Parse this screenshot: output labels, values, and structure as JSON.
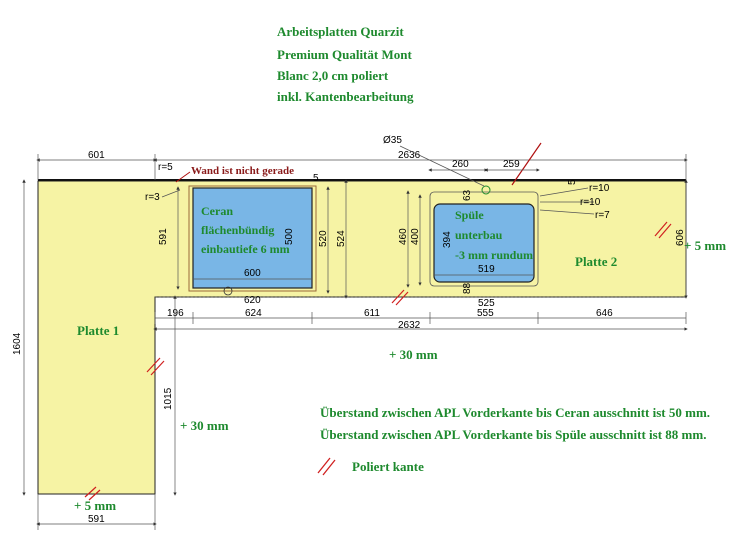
{
  "title": {
    "line1": "Arbeitsplatten Quarzit",
    "line2": "Premium Qualität Mont",
    "line3": "Blanc 2,0 cm poliert",
    "line4": "inkl. Kantenbearbeitung"
  },
  "warning": "Wand ist nicht gerade",
  "panels": {
    "p1": "Platte 1",
    "p2": "Platte 2"
  },
  "cooktop": {
    "line1": "Ceran",
    "line2": "flächenbündig",
    "line3": "einbautiefe 6 mm"
  },
  "sink": {
    "line1": "Spüle",
    "line2": "unterbau",
    "line3": "-3 mm rundum"
  },
  "extras": {
    "right_plus5": "+ 5 mm",
    "middle_plus30": "+ 30 mm",
    "left_plus30": "+ 30 mm",
    "bottom_plus5": "+ 5 mm"
  },
  "notes": {
    "ceran": "Überstand zwischen APL Vorderkante bis Ceran ausschnitt ist 50 mm.",
    "spuele": "Überstand zwischen APL Vorderkante bis Spüle ausschnitt ist 88 mm."
  },
  "legend": {
    "polished": "Poliert kante"
  },
  "dims": {
    "d601": "601",
    "d2636": "2636",
    "r5": "r=5",
    "r3": "r=3",
    "d591v": "591",
    "d500": "500",
    "d520": "520",
    "d524": "524",
    "d600": "600",
    "d620": "620",
    "d35": "Ø35",
    "d260": "260",
    "d259": "259",
    "r10a": "r=10",
    "r10b": "r=10",
    "r7": "r=7",
    "d460": "460",
    "d400": "400",
    "d394": "394",
    "d519": "519",
    "d606": "606",
    "d5a": "5",
    "d5b": "5",
    "d196": "196",
    "d624": "624",
    "d611": "611",
    "d525": "525",
    "d555": "555",
    "d646": "646",
    "d2632": "2632",
    "d1604": "1604",
    "d1015": "1015",
    "d591b": "591",
    "d63": "63",
    "d88": "88"
  }
}
